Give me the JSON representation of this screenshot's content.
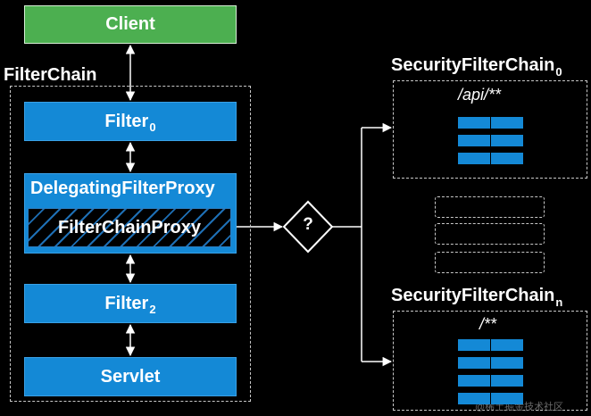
{
  "client": "Client",
  "filter_chain": {
    "title": "FilterChain",
    "filter0": {
      "name": "Filter",
      "subscript": "0"
    },
    "delegating_proxy": "DelegatingFilterProxy",
    "filter_chain_proxy": "FilterChainProxy",
    "filter2": {
      "name": "Filter",
      "subscript": "2"
    },
    "servlet": "Servlet"
  },
  "decision": "?",
  "security_chains": [
    {
      "name": "SecurityFilterChain",
      "subscript": "0",
      "pattern": "/api/**",
      "filters": 3
    },
    {
      "name": "SecurityFilterChain",
      "subscript": "n",
      "pattern": "/**",
      "filters": 4
    }
  ],
  "placeholder_chains": 3,
  "watermark": "@稀土掘金技术社区",
  "colors": {
    "client": "#4caf50",
    "filter": "#1489d6",
    "background": "#000000"
  }
}
